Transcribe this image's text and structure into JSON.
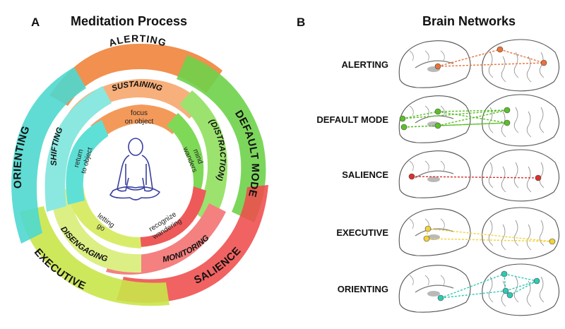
{
  "panel_a": {
    "letter": "A",
    "title": "Meditation Process",
    "outer_labels": {
      "alerting": "ALERTING",
      "default_mode": "DEFAULT MODE",
      "salience": "SALIENCE",
      "executive": "EXECUTIVE",
      "orienting": "ORIENTING"
    },
    "middle_labels": {
      "sustaining": "SUSTAINING",
      "distraction": "(DISTRACTION)",
      "monitoring": "MONITORING",
      "disengaging": "DISENGAGING",
      "shifting": "SHIFTING"
    },
    "inner_labels": {
      "focus_1": "focus",
      "focus_2": "on object",
      "mind_1": "mind",
      "mind_2": "wanders",
      "recognize_1": "recognize",
      "recognize_2": "wandering",
      "letting_1": "letting",
      "letting_2": "go",
      "return_1": "return",
      "return_2": "to object"
    },
    "colors": {
      "orange": "#f0843c",
      "green": "#6fd24a",
      "red": "#ef4c4c",
      "yellowgreen": "#c9e64a",
      "cyan": "#4fd8cf"
    }
  },
  "panel_b": {
    "letter": "B",
    "title": "Brain Networks",
    "networks": [
      {
        "name": "ALERTING",
        "color": "#e8733a"
      },
      {
        "name": "DEFAULT MODE",
        "color": "#5cbf2a"
      },
      {
        "name": "SALIENCE",
        "color": "#d9322e"
      },
      {
        "name": "EXECUTIVE",
        "color": "#f3d23a"
      },
      {
        "name": "ORIENTING",
        "color": "#2fc9b4"
      }
    ]
  }
}
